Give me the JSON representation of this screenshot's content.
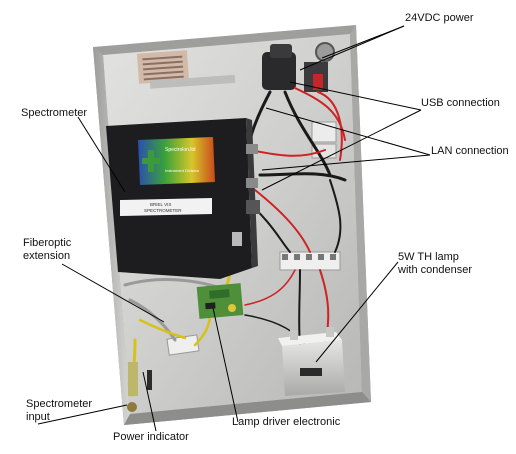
{
  "labels": {
    "power_24vdc": "24VDC power",
    "usb": "USB connection",
    "lan": "LAN connection",
    "spectrometer": "Spectrometer",
    "fiberoptic_line1": "Fiberoptic",
    "fiberoptic_line2": "extension",
    "lamp_line1": "5W TH lamp",
    "lamp_line2": "with condenser",
    "spectrometer_input_line1": "Spectrometer",
    "spectrometer_input_line2": "input",
    "power_indicator": "Power indicator",
    "lamp_driver": "Lamp driver electronic"
  },
  "device_labels": {
    "logo_line1": "Spectrolon.ltd",
    "logo_line2": "Instrument Division",
    "plate_line1": "BRIEL VIS",
    "plate_line2": "SPECTROMETER"
  },
  "colors": {
    "enclosure": "#c9c9c7",
    "spectrometer_body": "#1d1d1f",
    "pcb": "#4f8f3a",
    "annotation_line": "#000000"
  }
}
